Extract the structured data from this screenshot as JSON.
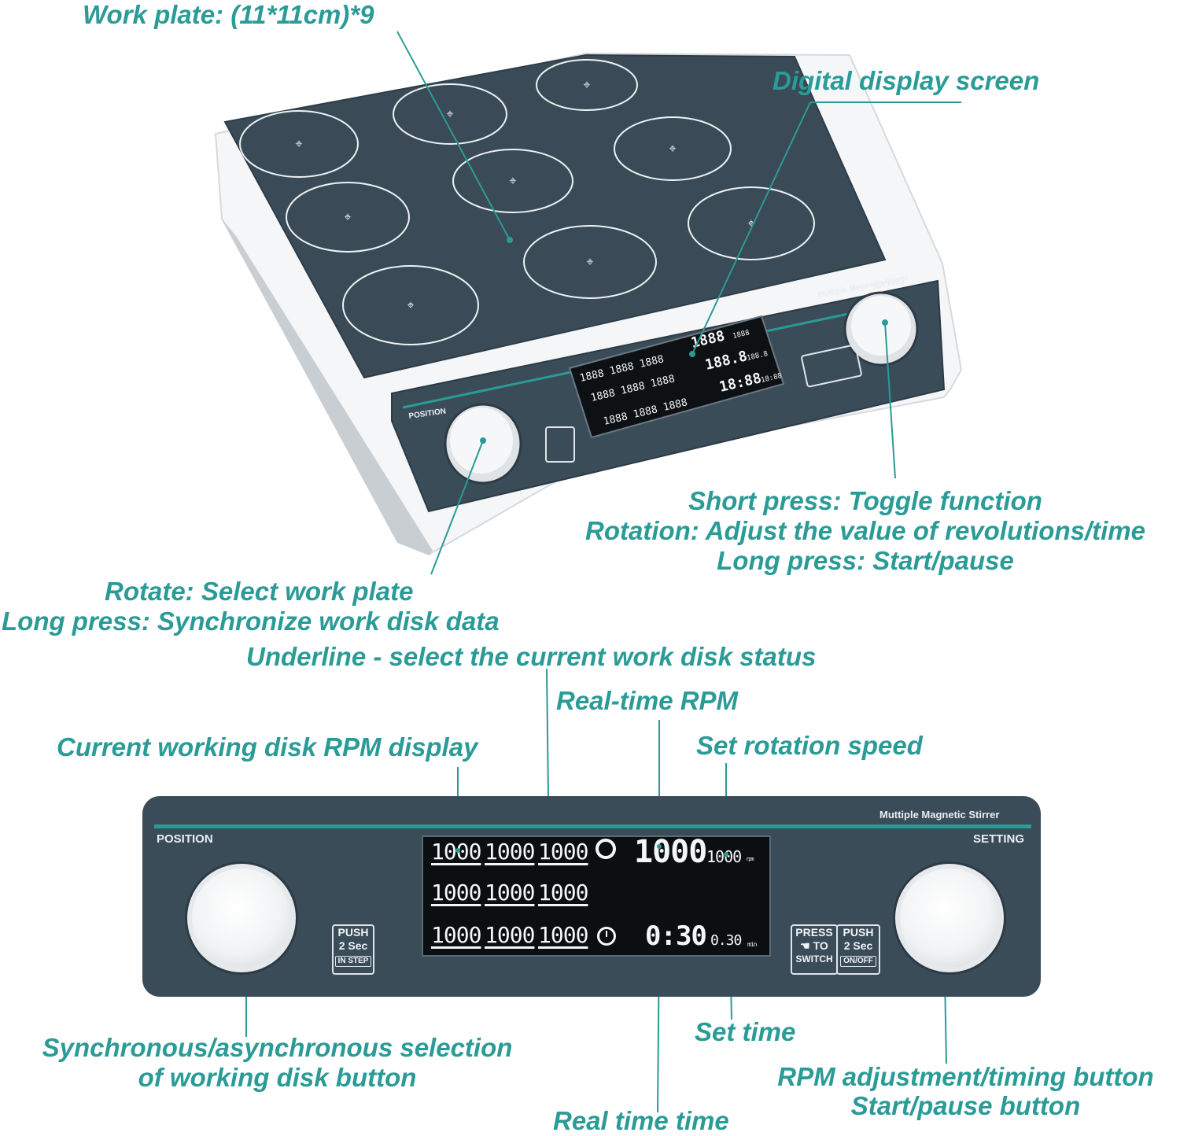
{
  "labels": {
    "work_plate": "Work plate: (11*11cm)*9",
    "digital_display": "Digital display screen",
    "setting_knob_line1": "Short press: Toggle function",
    "setting_knob_line2": "Rotation: Adjust the value of revolutions/time",
    "setting_knob_line3": "Long press: Start/pause",
    "position_knob_line1": "Rotate: Select work plate",
    "position_knob_line2": "Long press: Synchronize work disk data",
    "underline": "Underline - select the current work disk status",
    "realtime_rpm": "Real-time RPM",
    "current_disk_rpm": "Current working disk RPM display",
    "set_rotation_speed": "Set rotation speed",
    "sync_button_line1": "Synchronous/asynchronous selection",
    "sync_button_line2": "of working disk button",
    "set_time": "Set time",
    "rpm_button_line1": "RPM adjustment/timing button",
    "rpm_button_line2": "Start/pause button",
    "real_time_time": "Real time time"
  },
  "device": {
    "brand_text": "Muttiple Magnetic Stirrer",
    "position_text": "POSITION",
    "setting_text": "SETTING",
    "push_badge": {
      "line1": "PUSH",
      "line2": "2 Sec",
      "box": "IN STEP"
    },
    "press_badge": {
      "line1": "PRESS",
      "line2": "TO",
      "line3": "SWITCH"
    },
    "push_onoff_badge": {
      "line1": "PUSH",
      "line2": "2 Sec",
      "box": "ON/OFF"
    }
  },
  "display": {
    "row1": [
      "1000",
      "1000",
      "1000"
    ],
    "row2": [
      "1000",
      "1000",
      "1000"
    ],
    "row3": [
      "1000",
      "1000",
      "1000"
    ],
    "realtime_rpm": "1000",
    "set_rpm": "1000",
    "rpm_unit": "rpm",
    "realtime_time": "0:30",
    "set_time": "0.30",
    "time_unit": "min"
  },
  "top_display": {
    "row1": [
      "1888",
      "1888",
      "1888"
    ],
    "row2": [
      "1888",
      "1888",
      "1888"
    ],
    "row3": [
      "1888",
      "1888",
      "1888"
    ],
    "rpm_big": "1888",
    "rpm_small": "1888",
    "temp_big": "188.8",
    "temp_small": "188.8",
    "time_big": "18:88",
    "time_small": "18:88"
  },
  "icons": [
    "rotation-icon",
    "clock-icon",
    "heat-icon",
    "crosshair-icon"
  ],
  "colors": {
    "accent": "#2a9b96",
    "panel": "#3b4c59",
    "plate": "#3a4b57",
    "body": "#f3f5f6"
  }
}
